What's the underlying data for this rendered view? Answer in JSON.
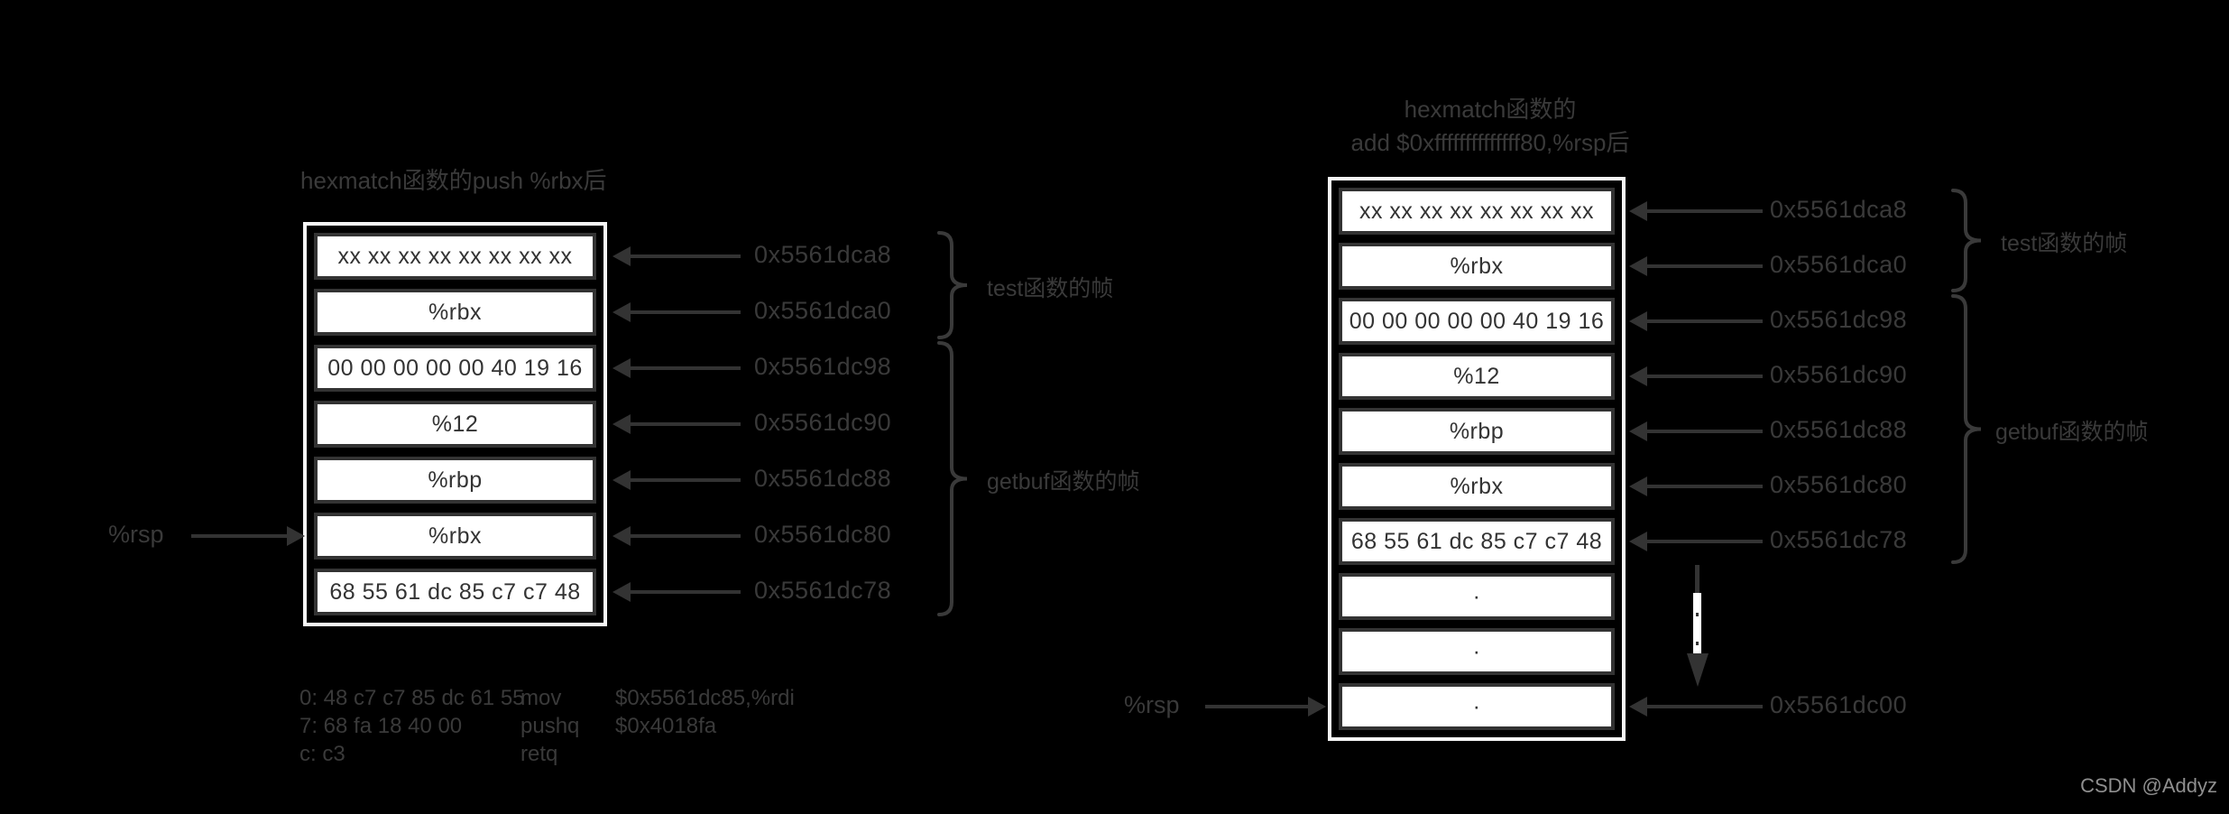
{
  "left_diagram": {
    "title": "hexmatch函数的push %rbx后",
    "rsp_label": "%rsp",
    "frame_labels": {
      "test": "test函数的帧",
      "getbuf": "getbuf函数的帧"
    },
    "rows": [
      {
        "value": "xx xx xx xx xx xx xx xx",
        "address": "0x5561dca8"
      },
      {
        "value": "%rbx",
        "address": "0x5561dca0"
      },
      {
        "value": "00 00 00 00 00 40 19 16",
        "address": "0x5561dc98"
      },
      {
        "value": "%12",
        "address": "0x5561dc90"
      },
      {
        "value": "%rbp",
        "address": "0x5561dc88"
      },
      {
        "value": "%rbx",
        "address": "0x5561dc80"
      },
      {
        "value": "68 55 61 dc 85 c7 c7 48",
        "address": "0x5561dc78"
      }
    ]
  },
  "assembly_listing": {
    "lines": [
      {
        "bytes": "0: 48 c7 c7 85 dc 61 55",
        "mnemonic": "mov",
        "operands": "$0x5561dc85,%rdi"
      },
      {
        "bytes": "7: 68 fa 18 40 00",
        "mnemonic": "pushq",
        "operands": "$0x4018fa"
      },
      {
        "bytes": "c: c3",
        "mnemonic": "retq",
        "operands": ""
      }
    ]
  },
  "right_diagram": {
    "title_line1": "hexmatch函数的",
    "title_line2": "add $0xffffffffffffff80,%rsp后",
    "rsp_label": "%rsp",
    "frame_labels": {
      "test": "test函数的帧",
      "getbuf": "getbuf函数的帧"
    },
    "rows": [
      {
        "value": "xx xx xx xx xx xx xx xx",
        "address": "0x5561dca8"
      },
      {
        "value": "%rbx",
        "address": "0x5561dca0"
      },
      {
        "value": "00 00 00 00 00 40 19 16",
        "address": "0x5561dc98"
      },
      {
        "value": "%12",
        "address": "0x5561dc90"
      },
      {
        "value": "%rbp",
        "address": "0x5561dc88"
      },
      {
        "value": "%rbx",
        "address": "0x5561dc80"
      },
      {
        "value": "68 55 61 dc 85 c7 c7 48",
        "address": "0x5561dc78"
      },
      {
        "value": "·",
        "address": ""
      },
      {
        "value": "·",
        "address": ""
      },
      {
        "value": "·",
        "address": "0x5561dc00"
      }
    ]
  },
  "watermark": "CSDN @Addyz",
  "colors": {
    "background": "#000000",
    "cell_fill": "#ffffff",
    "stroke": "#333333",
    "label_text": "#3a3a3a",
    "watermark_text": "#8f8f8f"
  }
}
